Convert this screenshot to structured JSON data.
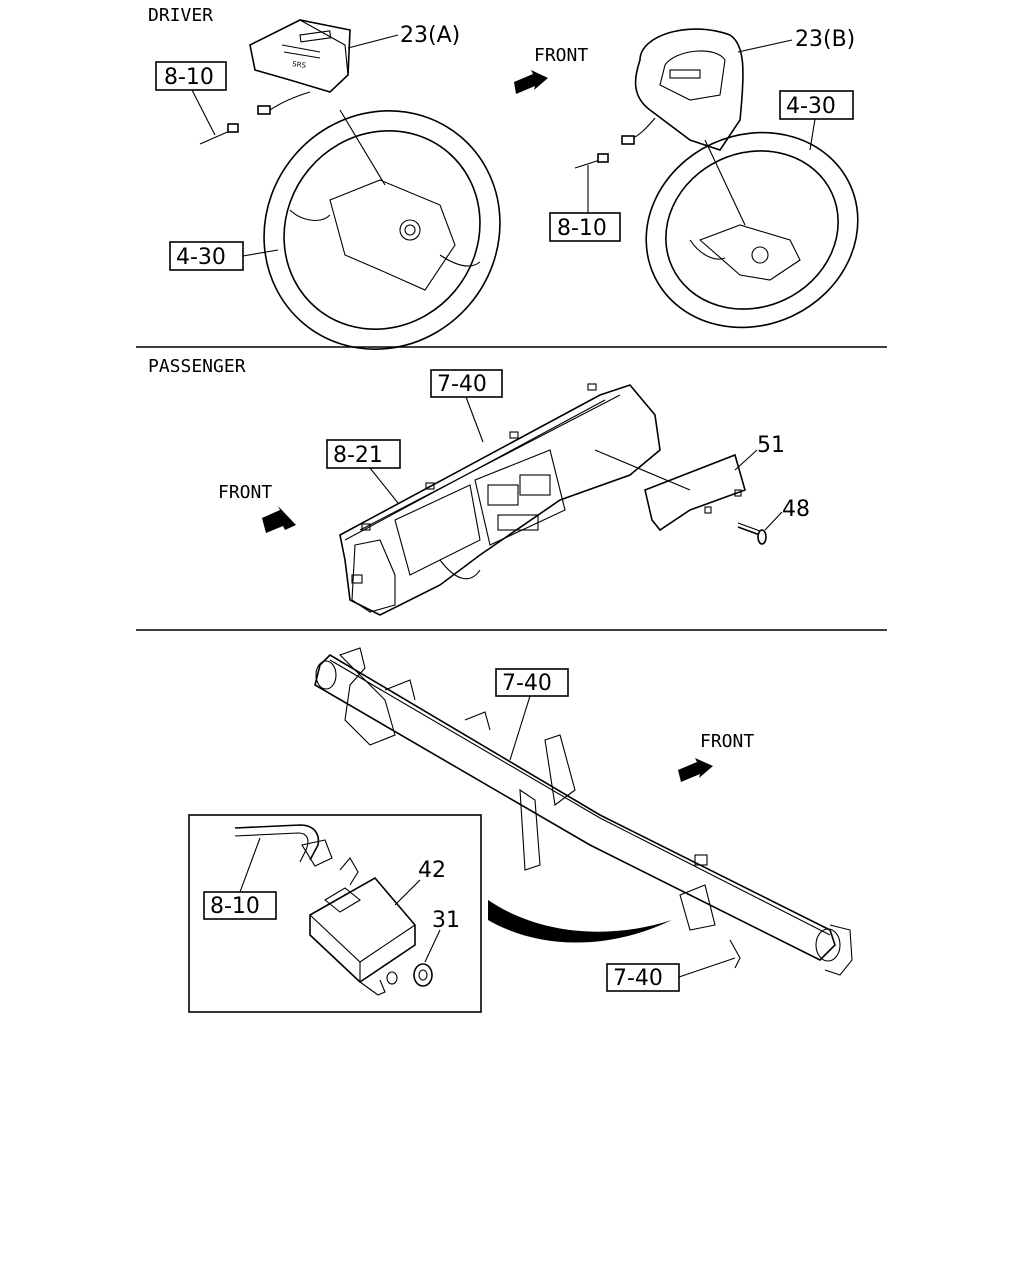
{
  "sections": {
    "driver": {
      "title": "DRIVER"
    },
    "passenger": {
      "title": "PASSENGER"
    }
  },
  "labels": {
    "front": "FRONT",
    "part_23a": "23(A)",
    "part_23b": "23(B)",
    "part_51": "51",
    "part_48": "48",
    "part_42": "42",
    "part_31": "31"
  },
  "ref_boxes": {
    "ref_8_10": "8-10",
    "ref_4_30": "4-30",
    "ref_7_40": "7-40",
    "ref_8_21": "8-21"
  }
}
